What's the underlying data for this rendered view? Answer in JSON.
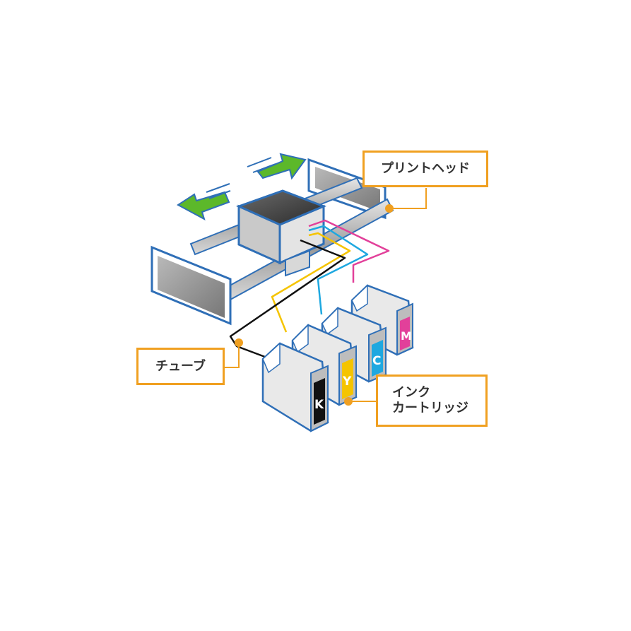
{
  "labels": {
    "print_head": "プリントヘッド",
    "tube": "チューブ",
    "ink_cartridge_line1": "インク",
    "ink_cartridge_line2": "カートリッジ"
  },
  "cartridges": [
    {
      "letter": "K",
      "color": "#111111"
    },
    {
      "letter": "Y",
      "color": "#f5c400"
    },
    {
      "letter": "C",
      "color": "#1ea8e0"
    },
    {
      "letter": "M",
      "color": "#e2409a"
    }
  ],
  "colors": {
    "callout_border": "#f0a021",
    "arrow_green": "#5cb82a",
    "tube_black": "#111111",
    "tube_yellow": "#f5c400",
    "tube_cyan": "#1ea8e0",
    "tube_magenta": "#e2409a",
    "device_blue": "#2f6fb7"
  }
}
